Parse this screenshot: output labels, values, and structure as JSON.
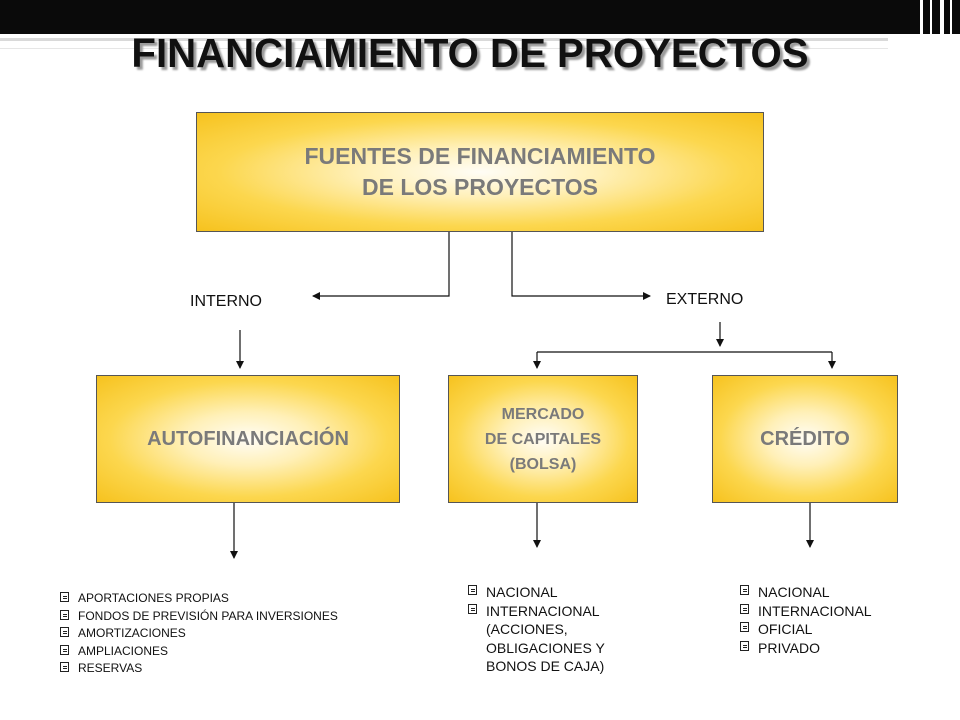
{
  "title": "FINANCIAMIENTO DE PROYECTOS",
  "top_box": {
    "text": "FUENTES DE FINANCIAMIENTO\nDE LOS PROYECTOS"
  },
  "branches": {
    "interno": "INTERNO",
    "externo": "EXTERNO"
  },
  "boxes": {
    "autofinanciacion": "AUTOFINANCIACIÓN",
    "mercado": "MERCADO\nDE CAPITALES\n(BOLSA)",
    "credito": "CRÉDITO"
  },
  "lists": {
    "autofinanciacion": [
      "APORTACIONES PROPIAS",
      "FONDOS DE PREVISIÓN PARA INVERSIONES",
      "AMORTIZACIONES",
      "AMPLIACIONES",
      "RESERVAS"
    ],
    "mercado": [
      "NACIONAL",
      "INTERNACIONAL\n(ACCIONES,\nOBLIGACIONES Y\nBONOS DE CAJA)"
    ],
    "credito": [
      "NACIONAL",
      "INTERNACIONAL",
      "OFICIAL",
      "PRIVADO"
    ]
  },
  "colors": {
    "box_fill_center": "#fffdf6",
    "box_fill_edge": "#f6c21e",
    "box_text": "#7a7a7a",
    "top_bar": "#0a0a0a"
  },
  "bullet_icon": "notepad-icon"
}
